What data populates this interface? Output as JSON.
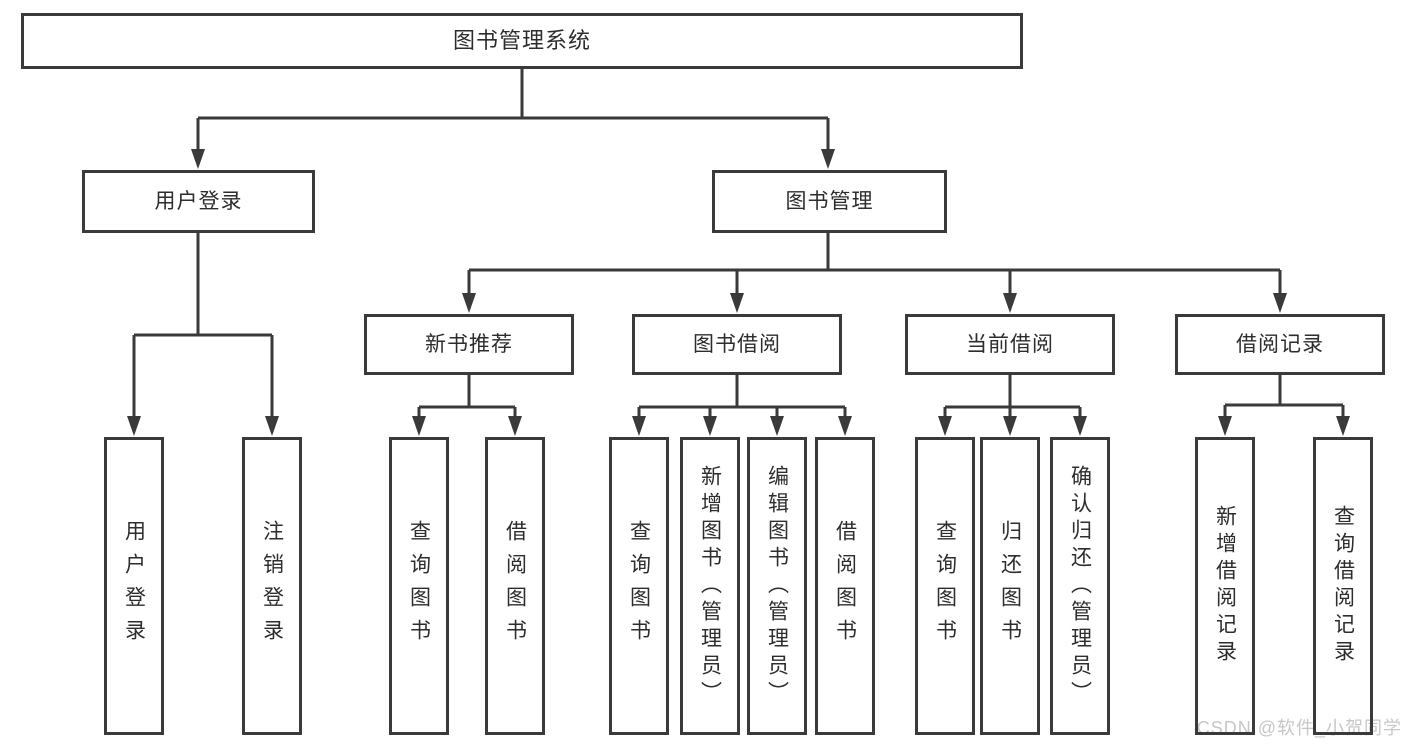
{
  "diagram": {
    "root": {
      "label": "图书管理系统"
    },
    "level2": [
      {
        "label": "用户登录"
      },
      {
        "label": "图书管理"
      }
    ],
    "level3": [
      {
        "label": "新书推荐"
      },
      {
        "label": "图书借阅"
      },
      {
        "label": "当前借阅"
      },
      {
        "label": "借阅记录"
      }
    ],
    "leaves": {
      "user_login": [
        {
          "label": "用户登录"
        },
        {
          "label": "注销登录"
        }
      ],
      "new_books": [
        {
          "label": "查询图书"
        },
        {
          "label": "借阅图书"
        }
      ],
      "book_borrow": [
        {
          "label": "查询图书"
        },
        {
          "label": "新增图书（管理员）"
        },
        {
          "label": "编辑图书（管理员）"
        },
        {
          "label": "借阅图书"
        }
      ],
      "current_borrow": [
        {
          "label": "查询图书"
        },
        {
          "label": "归还图书"
        },
        {
          "label": "确认归还（管理员）"
        }
      ],
      "borrow_records": [
        {
          "label": "新增借阅记录"
        },
        {
          "label": "查询借阅记录"
        }
      ]
    },
    "watermark": "CSDN @软件_小贺同学",
    "colors": {
      "border": "#3a3a3a",
      "text": "#2d2d2d",
      "watermark": "#c9c6c6",
      "background": "#ffffff"
    }
  }
}
